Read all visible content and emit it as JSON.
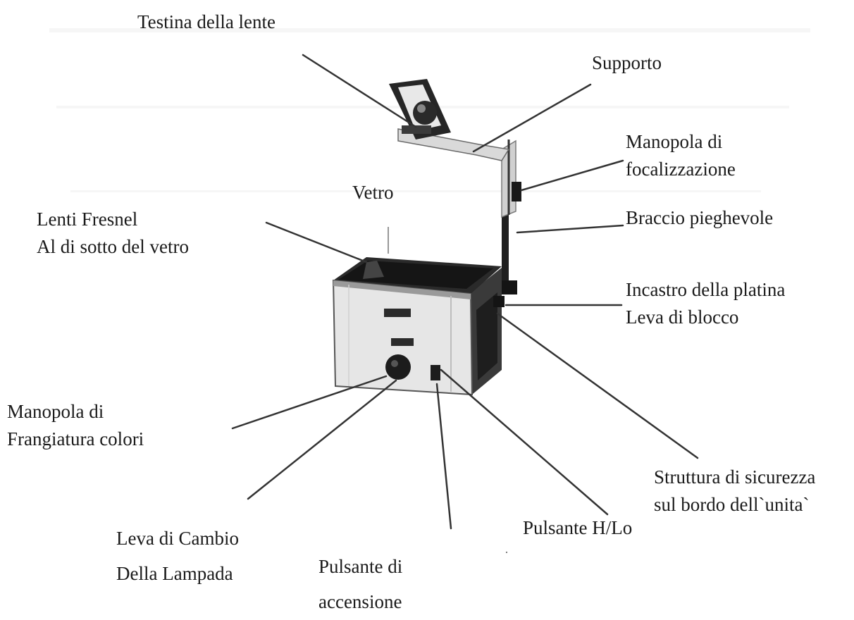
{
  "diagram": {
    "labels": {
      "lens_head": [
        "Testina della lente"
      ],
      "support": [
        "Supporto"
      ],
      "focus_knob": [
        "Manopola di",
        "focalizzazione"
      ],
      "glass": [
        "Vetro"
      ],
      "fresnel": [
        "Lenti Fresnel",
        "Al di sotto del vetro"
      ],
      "folding_arm": [
        "Braccio pieghevole"
      ],
      "platen_lock": [
        "Incastro della platina",
        "Leva di blocco"
      ],
      "color_fringe": [
        "Manopola di",
        "Frangiatura colori"
      ],
      "safety_edge": [
        "Struttura di sicurezza",
        "sul bordo dell`unita`"
      ],
      "lamp_lever": [
        "Leva di Cambio",
        "Della Lampada"
      ],
      "power_button": [
        "Pulsante di",
        "accensione"
      ],
      "hilo_button": [
        "Pulsante H/Lo"
      ]
    }
  }
}
